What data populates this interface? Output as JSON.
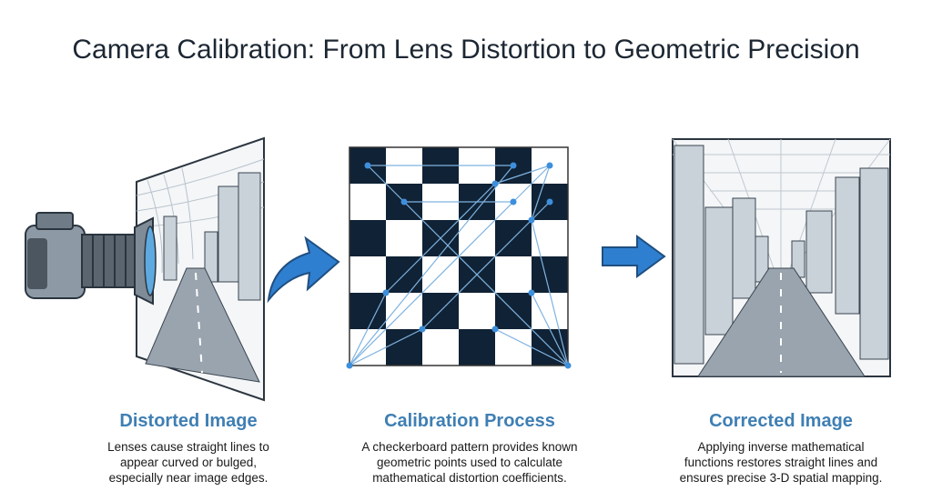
{
  "title": "Camera Calibration: From Lens Distortion to Geometric Precision",
  "panels": [
    {
      "heading": "Distorted Image",
      "lines": [
        "Lenses cause straight lines to",
        "appear curved or bulged,",
        "especially near image edges."
      ]
    },
    {
      "heading": "Calibration Process",
      "lines": [
        "A checkerboard pattern provides known",
        "geometric points used to calculate",
        "mathematical distortion coefficients."
      ]
    },
    {
      "heading": "Corrected Image",
      "lines": [
        "Applying inverse mathematical",
        "functions restores straight lines and",
        "ensures precise 3-D spatial mapping."
      ]
    }
  ],
  "colors": {
    "accent": "#3f7fb3",
    "arrow": "#2f7fd0",
    "dark_square": "#102235",
    "point": "#3d8fdc"
  }
}
